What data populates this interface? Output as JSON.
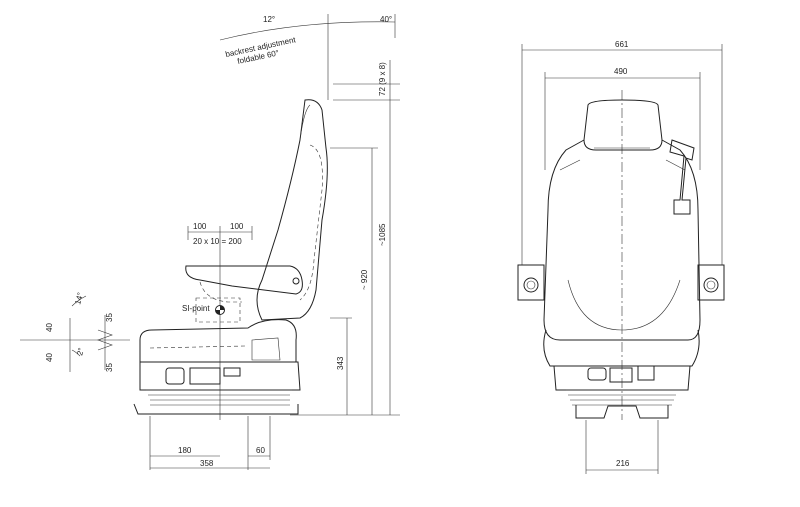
{
  "side_view": {
    "recline_back_angle": "12°",
    "recline_forward_angle": "40°",
    "backrest_note_1": "backrest adjustment",
    "backrest_note_2": "foldable 60°",
    "height_adjust": "72 (9 x 8)",
    "overall_height": "~1085",
    "seat_to_top_height": "~ 920",
    "base_height": "343",
    "arm_adjust_left": "100",
    "arm_adjust_right": "100",
    "arm_adjust_steps": "20 x 10 = 200",
    "si_point": "SI-point",
    "tilt_angle_up": "14°",
    "tilt_angle_down": "2°",
    "tilt_travel_up": "40",
    "tilt_travel_down": "40",
    "cushion_travel_up": "35",
    "cushion_travel_down": "35",
    "depth_180": "180",
    "depth_60": "60",
    "depth_358": "358"
  },
  "front_view": {
    "overall_width": "661",
    "backrest_width": "490",
    "base_width": "216"
  }
}
